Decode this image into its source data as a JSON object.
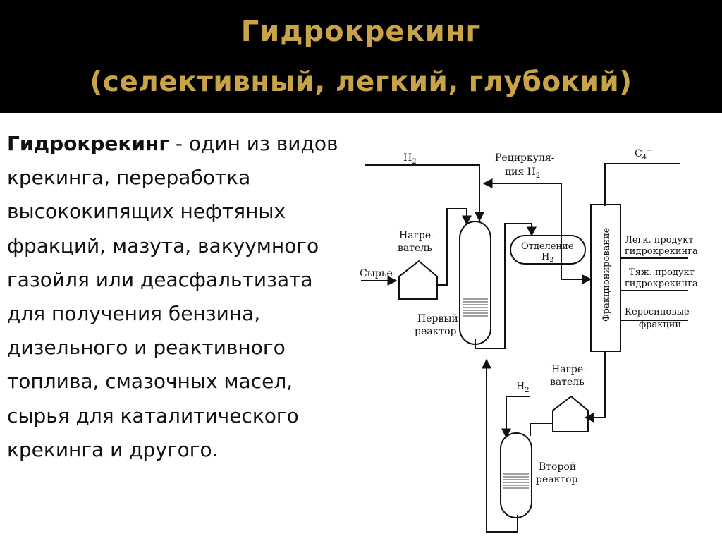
{
  "header": {
    "title_line1": "Гидрокрекинг",
    "title_line2": "(селективный, легкий, глубокий)",
    "title_color": "#c9a347",
    "background": "#000000"
  },
  "body": {
    "term": "Гидрокрекинг",
    "definition": "  - один из видов крекинга, переработка высококипящих нефтяных фракций, мазута, вакуумного газойля или деасфальтизата для получения бензина, дизельного и реактивного топлива, смазочных масел, сырья для каталитического крекинга и другого."
  },
  "diagram": {
    "h2_top": "H",
    "h2_sub": "2",
    "recycle_line1": "Рециркуля-",
    "recycle_line2": "ция H",
    "recycle_sub": "2",
    "c4_main": "C",
    "c4_sub": "4",
    "c4_sup": "−",
    "heater1_line1": "Нагре-",
    "heater1_line2": "ватель",
    "feed": "Сырье",
    "separation_line1": "Отделение",
    "separation_line2": "H",
    "separation_sub": "2",
    "fractionation": "Фракционирование",
    "light_line1": "Легк. продукт",
    "light_line2": "гидрокрекинга",
    "heavy_line1": "Тяж. продукт",
    "heavy_line2": "гидрокрекинга",
    "kerosene_line1": "Керосиновые",
    "kerosene_line2": "фракции",
    "reactor1_line1": "Первый",
    "reactor1_line2": "реактор",
    "h2_bottom": "H",
    "h2_bottom_sub": "2",
    "heater2_line1": "Нагре-",
    "heater2_line2": "ватель",
    "reactor2_line1": "Второй",
    "reactor2_line2": "реактор"
  }
}
